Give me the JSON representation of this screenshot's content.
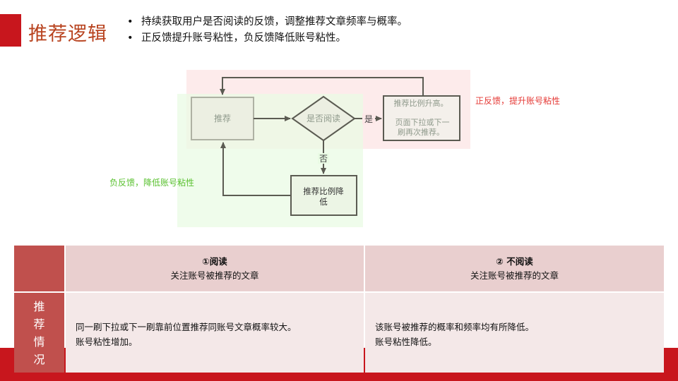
{
  "header": {
    "title": "推荐逻辑"
  },
  "bullets": [
    "持续获取用户是否阅读的反馈，调整推荐文章频率与概率。",
    "正反馈提升账号粘性，负反馈降低账号粘性。"
  ],
  "diagram": {
    "node_recommend": "推荐",
    "node_decision": "是否阅读",
    "label_yes": "是",
    "label_no": "否",
    "node_raise_line1": "推荐比例升高。",
    "node_raise_line2": "页面下拉或下一",
    "node_raise_line3": "刷再次推荐。",
    "node_lower_line1": "推荐比例降",
    "node_lower_line2": "低",
    "positive_label": "正反馈，提升账号粘性",
    "negative_label": "负反馈，降低账号粘性",
    "colors": {
      "positive_zone": "#fde8e8",
      "negative_zone": "#e9fbe4",
      "positive_text": "#e53935",
      "negative_text": "#5ac130",
      "stroke": "#5b5b52"
    }
  },
  "table": {
    "side_label": "推荐情况",
    "col1_title": "①阅读",
    "col1_sub": "关注账号被推荐的文章",
    "col2_title": "② 不阅读",
    "col2_sub": "关注账号被推荐的文章",
    "col1_line1": "同一刷下拉或下一刷靠前位置推荐同账号文章概率较大。",
    "col1_line2": "账号粘性增加。",
    "col2_line1": "该账号被推荐的概率和频率均有所降低。",
    "col2_line2": "账号粘性降低。"
  }
}
